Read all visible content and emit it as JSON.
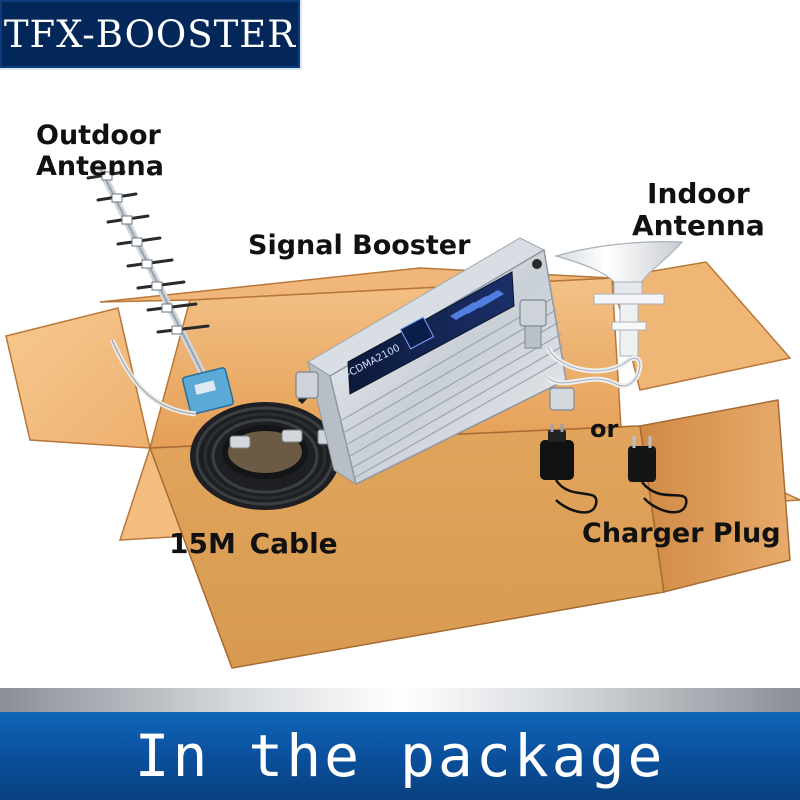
{
  "brand": {
    "name": "TFX-BOOSTER"
  },
  "labels": {
    "outdoor_antenna": [
      "Outdoor",
      "Antenna"
    ],
    "signal_booster": "Signal Booster",
    "indoor_antenna": [
      "Indoor",
      "Antenna"
    ],
    "or": "or",
    "cable": "15M Cable",
    "charger_plug": "Charger Plug"
  },
  "device": {
    "screen_text": "W-CDMA2100"
  },
  "banner": {
    "title": "In the package"
  },
  "colors": {
    "brand_bg": "#04275a",
    "banner_blue": "#0b52a0",
    "box_tan": "#d9a45a",
    "box_orange": "#f2b97a"
  }
}
